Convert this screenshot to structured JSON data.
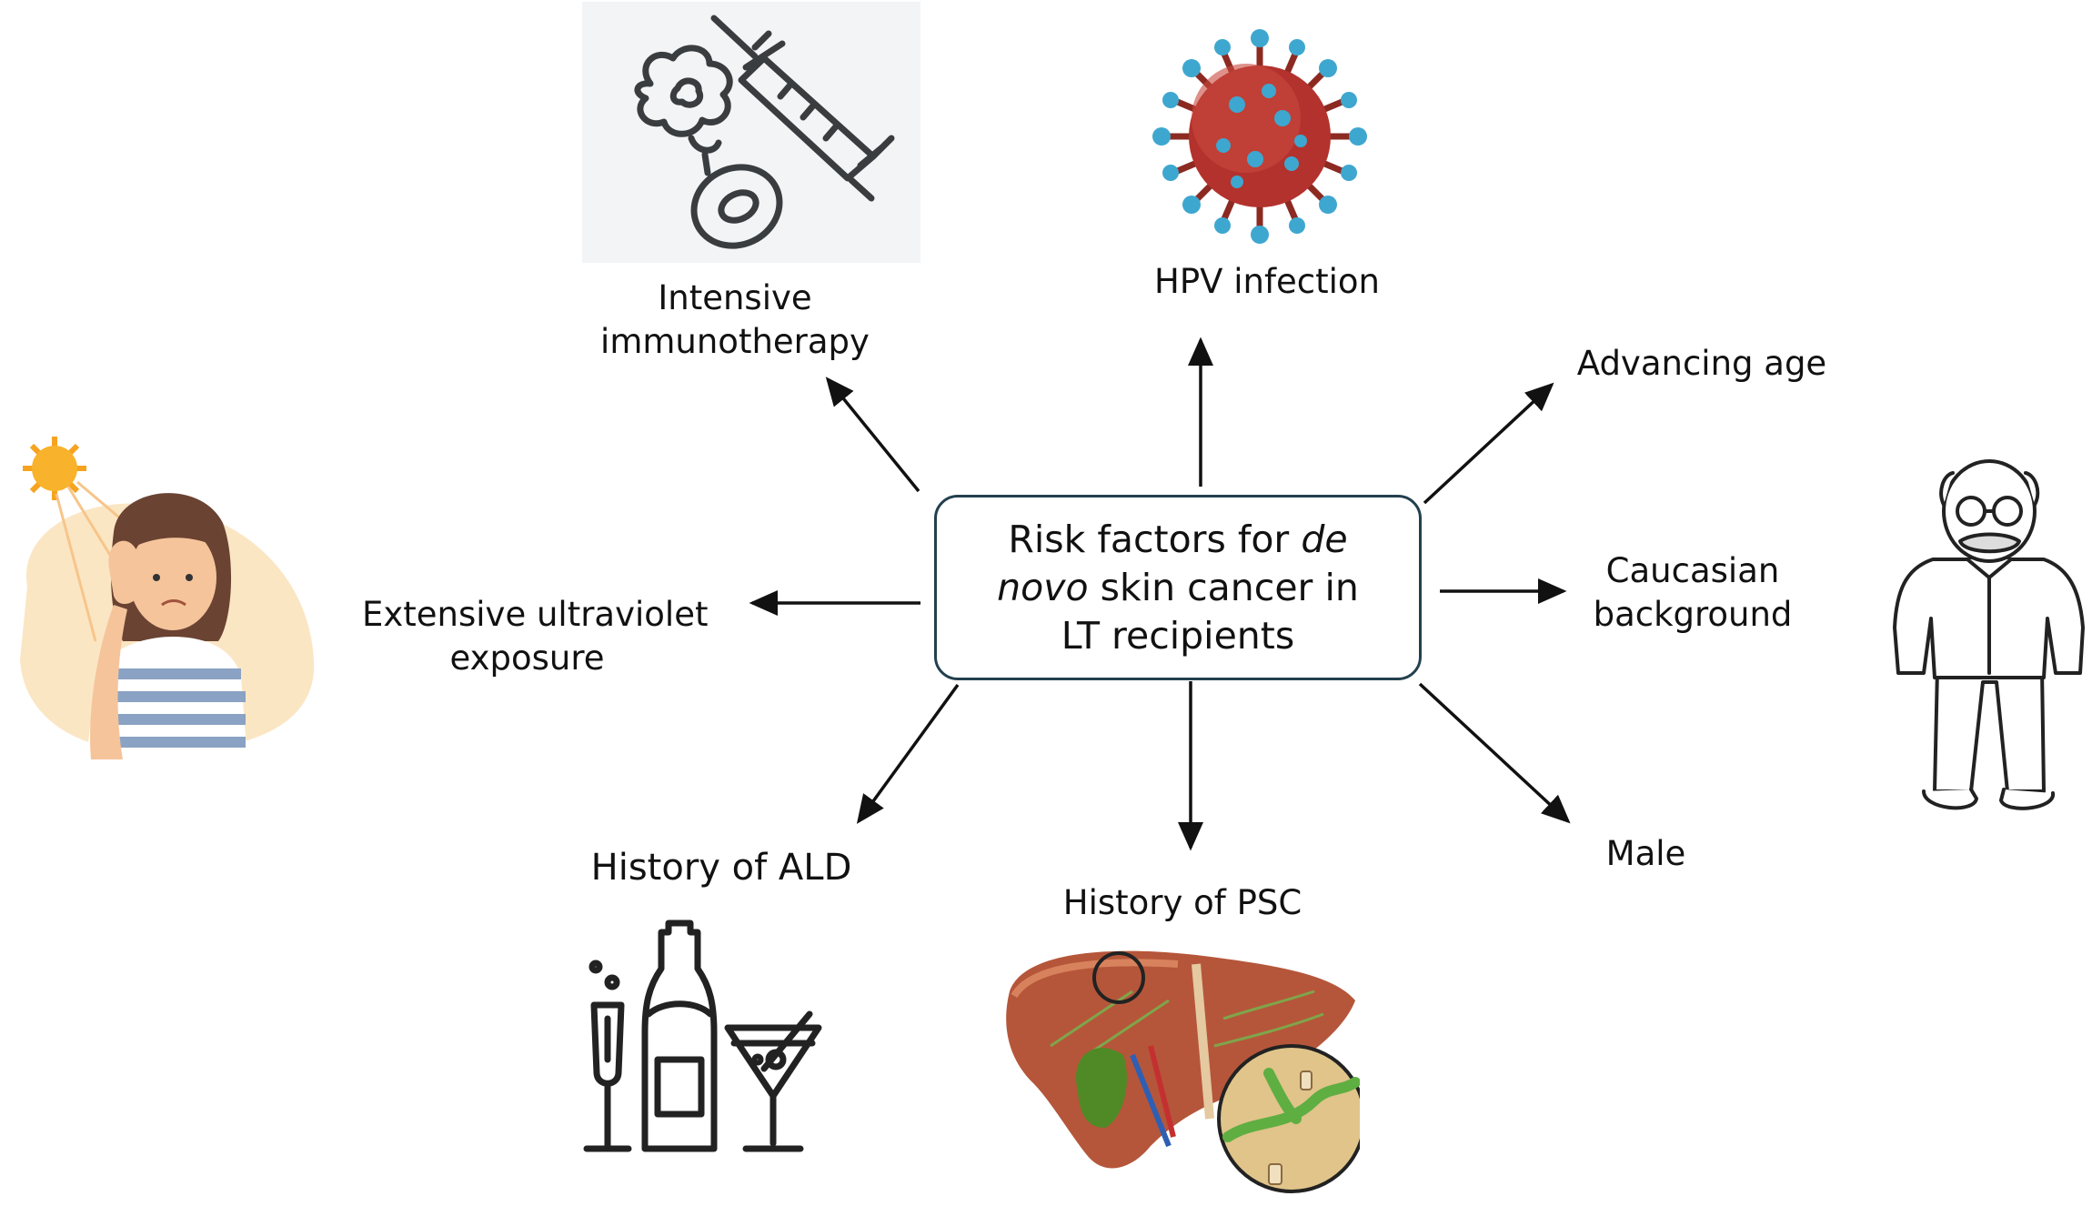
{
  "center": {
    "line1_prefix": "Risk factors for",
    "italic_1": "de",
    "italic_2": "novo",
    "line2_suffix": "skin cancer in",
    "line3": "LT recipients"
  },
  "factors": {
    "immunotherapy": "Intensive immunotherapy",
    "immunotherapy_l1": "Intensive",
    "immunotherapy_l2": "immunotherapy",
    "hpv": "HPV infection",
    "age": "Advancing age",
    "caucasian_l1": "Caucasian",
    "caucasian_l2": "background",
    "male": "Male",
    "uv_l1": "Extensive ultraviolet",
    "uv_l2": "exposure",
    "ald": "History of ALD",
    "psc": "History of PSC"
  },
  "colors": {
    "box_border": "#23404e",
    "arrow": "#111111",
    "virus": "#b3322d",
    "virus_spike": "#3ea7cf",
    "liver": "#b5563a",
    "gallbladder": "#4f8a26",
    "skin": "#f5c49b",
    "shirt_stripe": "#8aa2c3"
  },
  "icons": [
    "syringe-icon",
    "virus-icon",
    "old-man-icon",
    "woman-sun-icon",
    "drinks-icon",
    "liver-icon"
  ]
}
